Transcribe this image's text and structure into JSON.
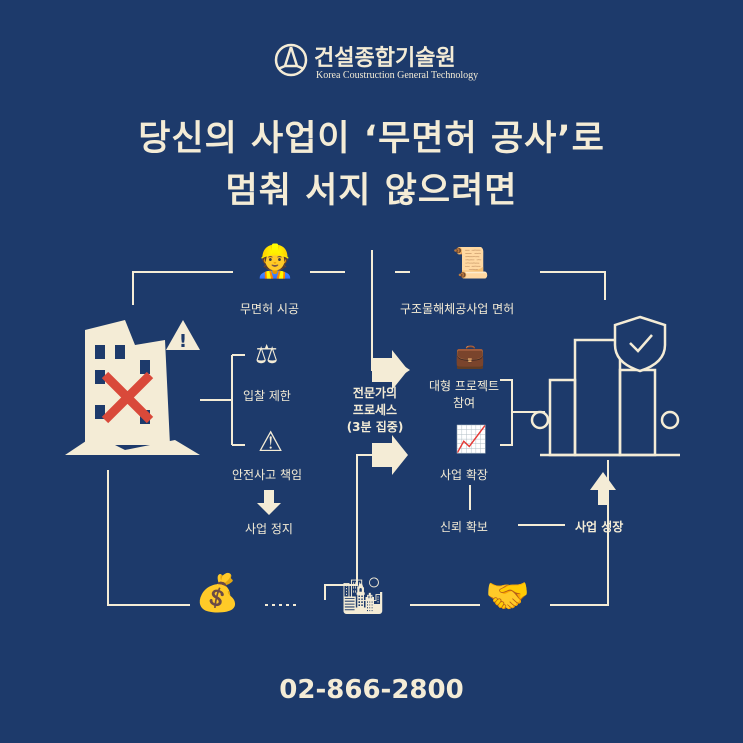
{
  "header": {
    "brand": "건설종합기술원",
    "brand_en": "Korea Coustruction General Technology"
  },
  "title": {
    "line1": "당신의 사업이 ‘무면허 공사’로",
    "line2": "멈춰 서지 않으려면"
  },
  "left": {
    "items": [
      "무면허 시공",
      "입찰 제한",
      "안전사고 책임",
      "사업 정지"
    ]
  },
  "center": {
    "line1": "전문가의",
    "line2": "프로세스",
    "line3": "(3분 집중)"
  },
  "right": {
    "items": [
      "구조물해체공사업 면허",
      "대형 프로젝트",
      "참여",
      "사업 확장",
      "신뢰 확보",
      "사업 성장"
    ]
  },
  "footer": {
    "phone": "02-866-2800"
  },
  "colors": {
    "background": "#1d3a6b",
    "text": "#f4ecd6",
    "danger": "#d9493a"
  }
}
